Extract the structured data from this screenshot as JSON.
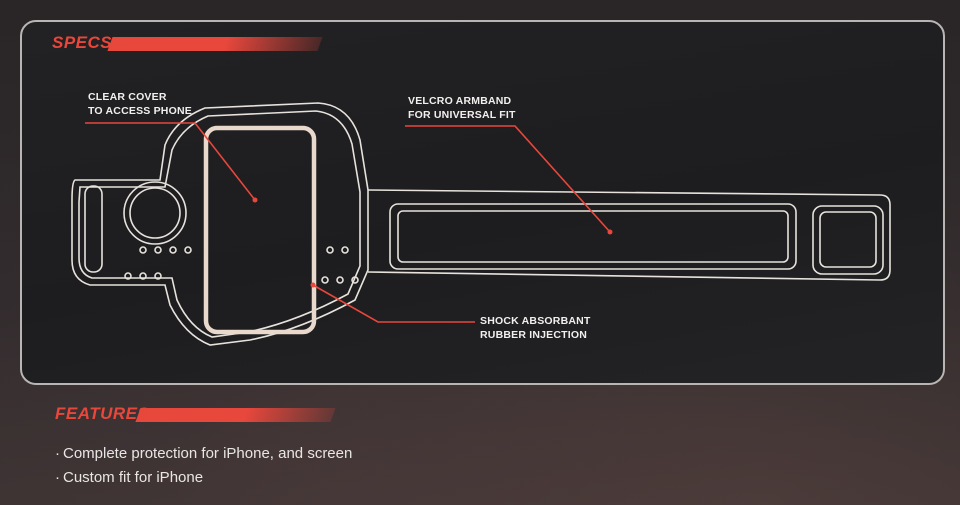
{
  "specs": {
    "heading": "SPECS",
    "callouts": {
      "clear_cover": [
        "CLEAR COVER",
        "TO ACCESS PHONE"
      ],
      "velcro": [
        "VELCRO ARMBAND",
        "FOR UNIVERSAL FIT"
      ],
      "shock": [
        "SHOCK ABSORBANT",
        "RUBBER INJECTION"
      ]
    }
  },
  "features": {
    "heading": "FEATURES",
    "items": [
      "Complete protection for iPhone, and screen",
      "Custom fit for iPhone"
    ]
  },
  "colors": {
    "accent": "#e8473c",
    "line_art": "#e7e2dc",
    "panel_border": "#b9b5b3"
  }
}
